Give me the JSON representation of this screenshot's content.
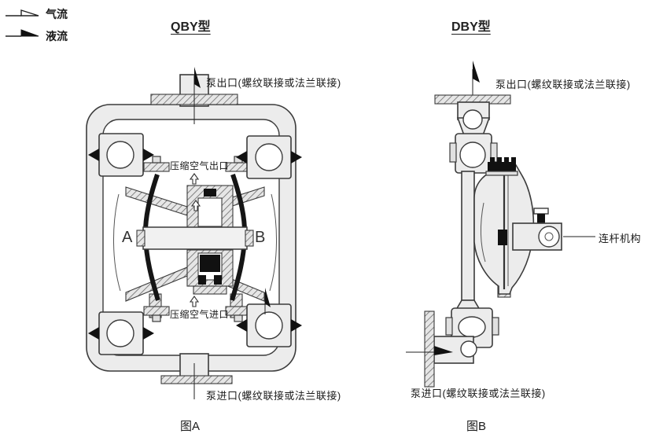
{
  "page": {
    "background": "#ffffff"
  },
  "colors": {
    "line": "#333333",
    "metal_fill": "#ececec",
    "solid_black": "#111111",
    "background": "#ffffff"
  },
  "legend": {
    "air": {
      "label": "气流",
      "icon": "hollow-wedge-arrow"
    },
    "liquid": {
      "label": "液流",
      "icon": "solid-wedge-arrow"
    }
  },
  "figures": {
    "qby": {
      "title": "QBY型",
      "caption": "图A",
      "labels": {
        "outlet": "泵出口(螺纹联接或法兰联接)",
        "air_outlet": "压缩空气出口",
        "air_inlet": "压缩空气进口",
        "chamber_a": "A",
        "chamber_b": "B",
        "inlet": "泵进口(螺纹联接或法兰联接)"
      }
    },
    "dby": {
      "title": "DBY型",
      "caption": "图B",
      "labels": {
        "outlet": "泵出口(螺纹联接或法兰联接)",
        "linkage": "连杆机构",
        "inlet": "泵进口(螺纹联接或法兰联接)"
      }
    }
  }
}
